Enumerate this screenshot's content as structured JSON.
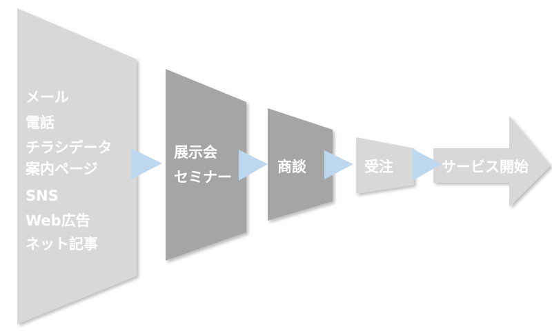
{
  "stages": [
    {
      "id": "leads",
      "lines": [
        "メール",
        "電話",
        "チラシデータ",
        "案内ページ",
        "SNS",
        "Web広告",
        "ネット記事"
      ],
      "color": "#d8d8d8"
    },
    {
      "id": "event",
      "lines": [
        "展示会",
        "セミナー"
      ],
      "color": "#a5a5a5"
    },
    {
      "id": "negotiation",
      "lines": [
        "商談"
      ],
      "color": "#a5a5a5"
    },
    {
      "id": "order",
      "lines": [
        "受注"
      ],
      "color": "#d8d8d8"
    },
    {
      "id": "service",
      "lines": [
        "サービス開始"
      ],
      "color": "#d8d8d8"
    }
  ],
  "connector_color": "#bdd7ee"
}
